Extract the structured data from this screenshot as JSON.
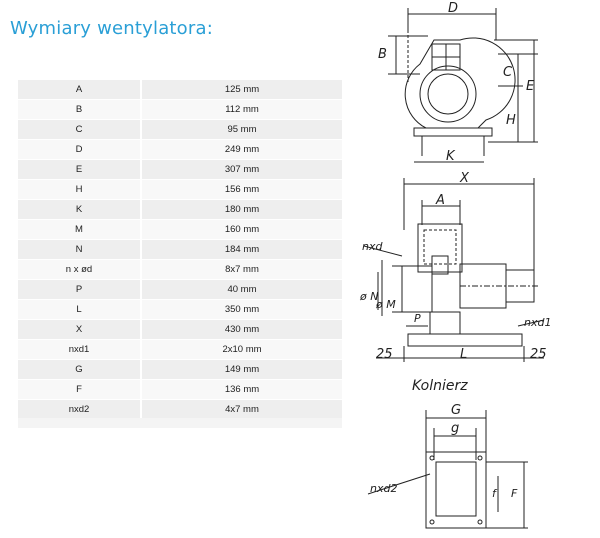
{
  "title": "Wymiary wentylatora:",
  "rows": [
    {
      "key": "A",
      "value": "125 mm"
    },
    {
      "key": "B",
      "value": "112 mm"
    },
    {
      "key": "C",
      "value": "95 mm"
    },
    {
      "key": "D",
      "value": "249 mm"
    },
    {
      "key": "E",
      "value": "307 mm"
    },
    {
      "key": "H",
      "value": "156 mm"
    },
    {
      "key": "K",
      "value": "180 mm"
    },
    {
      "key": "M",
      "value": "160 mm"
    },
    {
      "key": "N",
      "value": "184 mm"
    },
    {
      "key": "n x ød",
      "value": "8x7 mm"
    },
    {
      "key": "P",
      "value": "40 mm"
    },
    {
      "key": "L",
      "value": "350 mm"
    },
    {
      "key": "X",
      "value": "430 mm"
    },
    {
      "key": "nxd1",
      "value": "2x10 mm"
    },
    {
      "key": "G",
      "value": "149 mm"
    },
    {
      "key": "F",
      "value": "136 mm"
    },
    {
      "key": "nxd2",
      "value": "4x7 mm"
    }
  ],
  "drawing_labels": {
    "D": "D",
    "B": "B",
    "C": "C",
    "E": "E",
    "H": "H",
    "K": "K",
    "X": "X",
    "A": "A",
    "nxd": "nxd",
    "oN": "ø N",
    "oM": "ø M",
    "P": "P",
    "nxd1": "nxd1",
    "d25a": "25",
    "L": "L",
    "d25b": "25",
    "kolnierz": "Kolnierz",
    "G": "G",
    "g": "g",
    "F": "F",
    "f": "f",
    "nxd2": "nxd2"
  }
}
